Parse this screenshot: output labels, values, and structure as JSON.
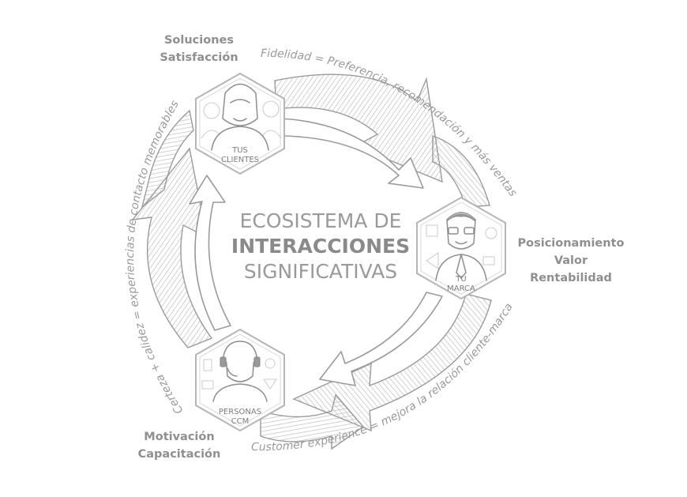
{
  "center": {
    "line1": "ECOSISTEMA DE",
    "line2": "INTERACCIONES",
    "line3": "SIGNIFICATIVAS"
  },
  "nodes": {
    "clientes": {
      "line1": "TUS",
      "line2": "CLIENTES"
    },
    "marca": {
      "line1": "TU",
      "line2": "MARCA"
    },
    "personas": {
      "line1": "PERSONAS",
      "line2": "CCM"
    }
  },
  "labels": {
    "clientes": {
      "line1": "Soluciones",
      "line2": "Satisfacción"
    },
    "marca": {
      "line1": "Posicionamiento",
      "line2": "Valor",
      "line3": "Rentabilidad"
    },
    "personas": {
      "line1": "Motivación",
      "line2": "Capacitación"
    }
  },
  "arcs": {
    "top": "Fidelidad = Preferencia, recomendación y más ventas",
    "bottom": "Customer experience = mejora la relación cliente-marca",
    "left": "Certeza + calidez = experiencias de contacto memorables"
  },
  "colors": {
    "arrow_stroke": "#9a9a9a",
    "hatch": "#bdbdbd",
    "text": "#8f8f8f"
  },
  "icons": {
    "clientes": "customer-group-icon",
    "marca": "businessman-icon",
    "personas": "headset-agent-icon"
  }
}
